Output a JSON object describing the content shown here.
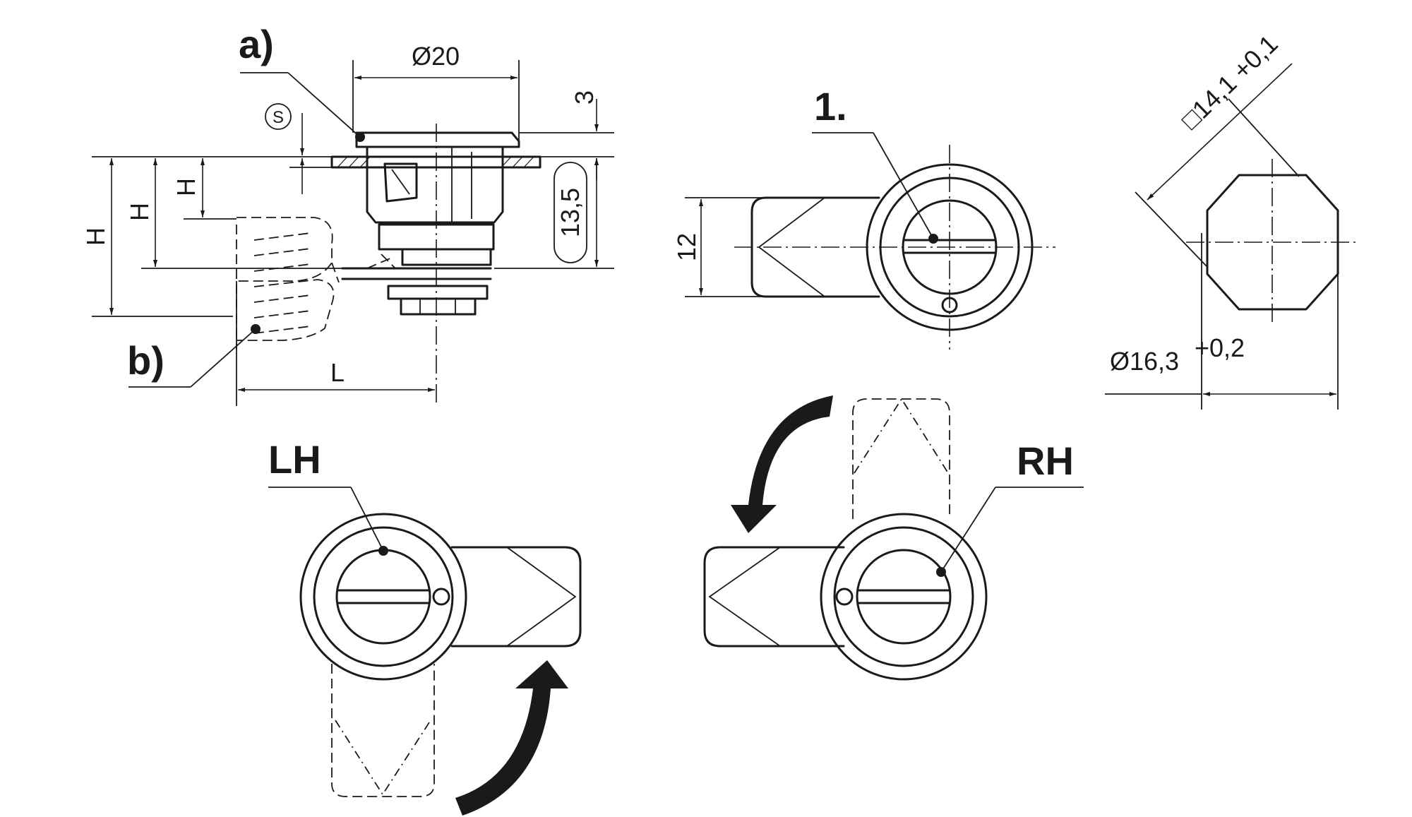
{
  "labels": {
    "a": "a)",
    "b": "b)",
    "one": "1.",
    "lh": "LH",
    "rh": "RH"
  },
  "dimensions": {
    "dia20": "Ø20",
    "three": "3",
    "s_symbol": "S",
    "h1": "H",
    "h2": "H",
    "h3": "H",
    "l": "L",
    "thirteen5": "13,5",
    "twelve": "12",
    "square": "□14,1 +0,1",
    "dia16": "Ø16,3",
    "dia16_tol": "+0,2"
  }
}
